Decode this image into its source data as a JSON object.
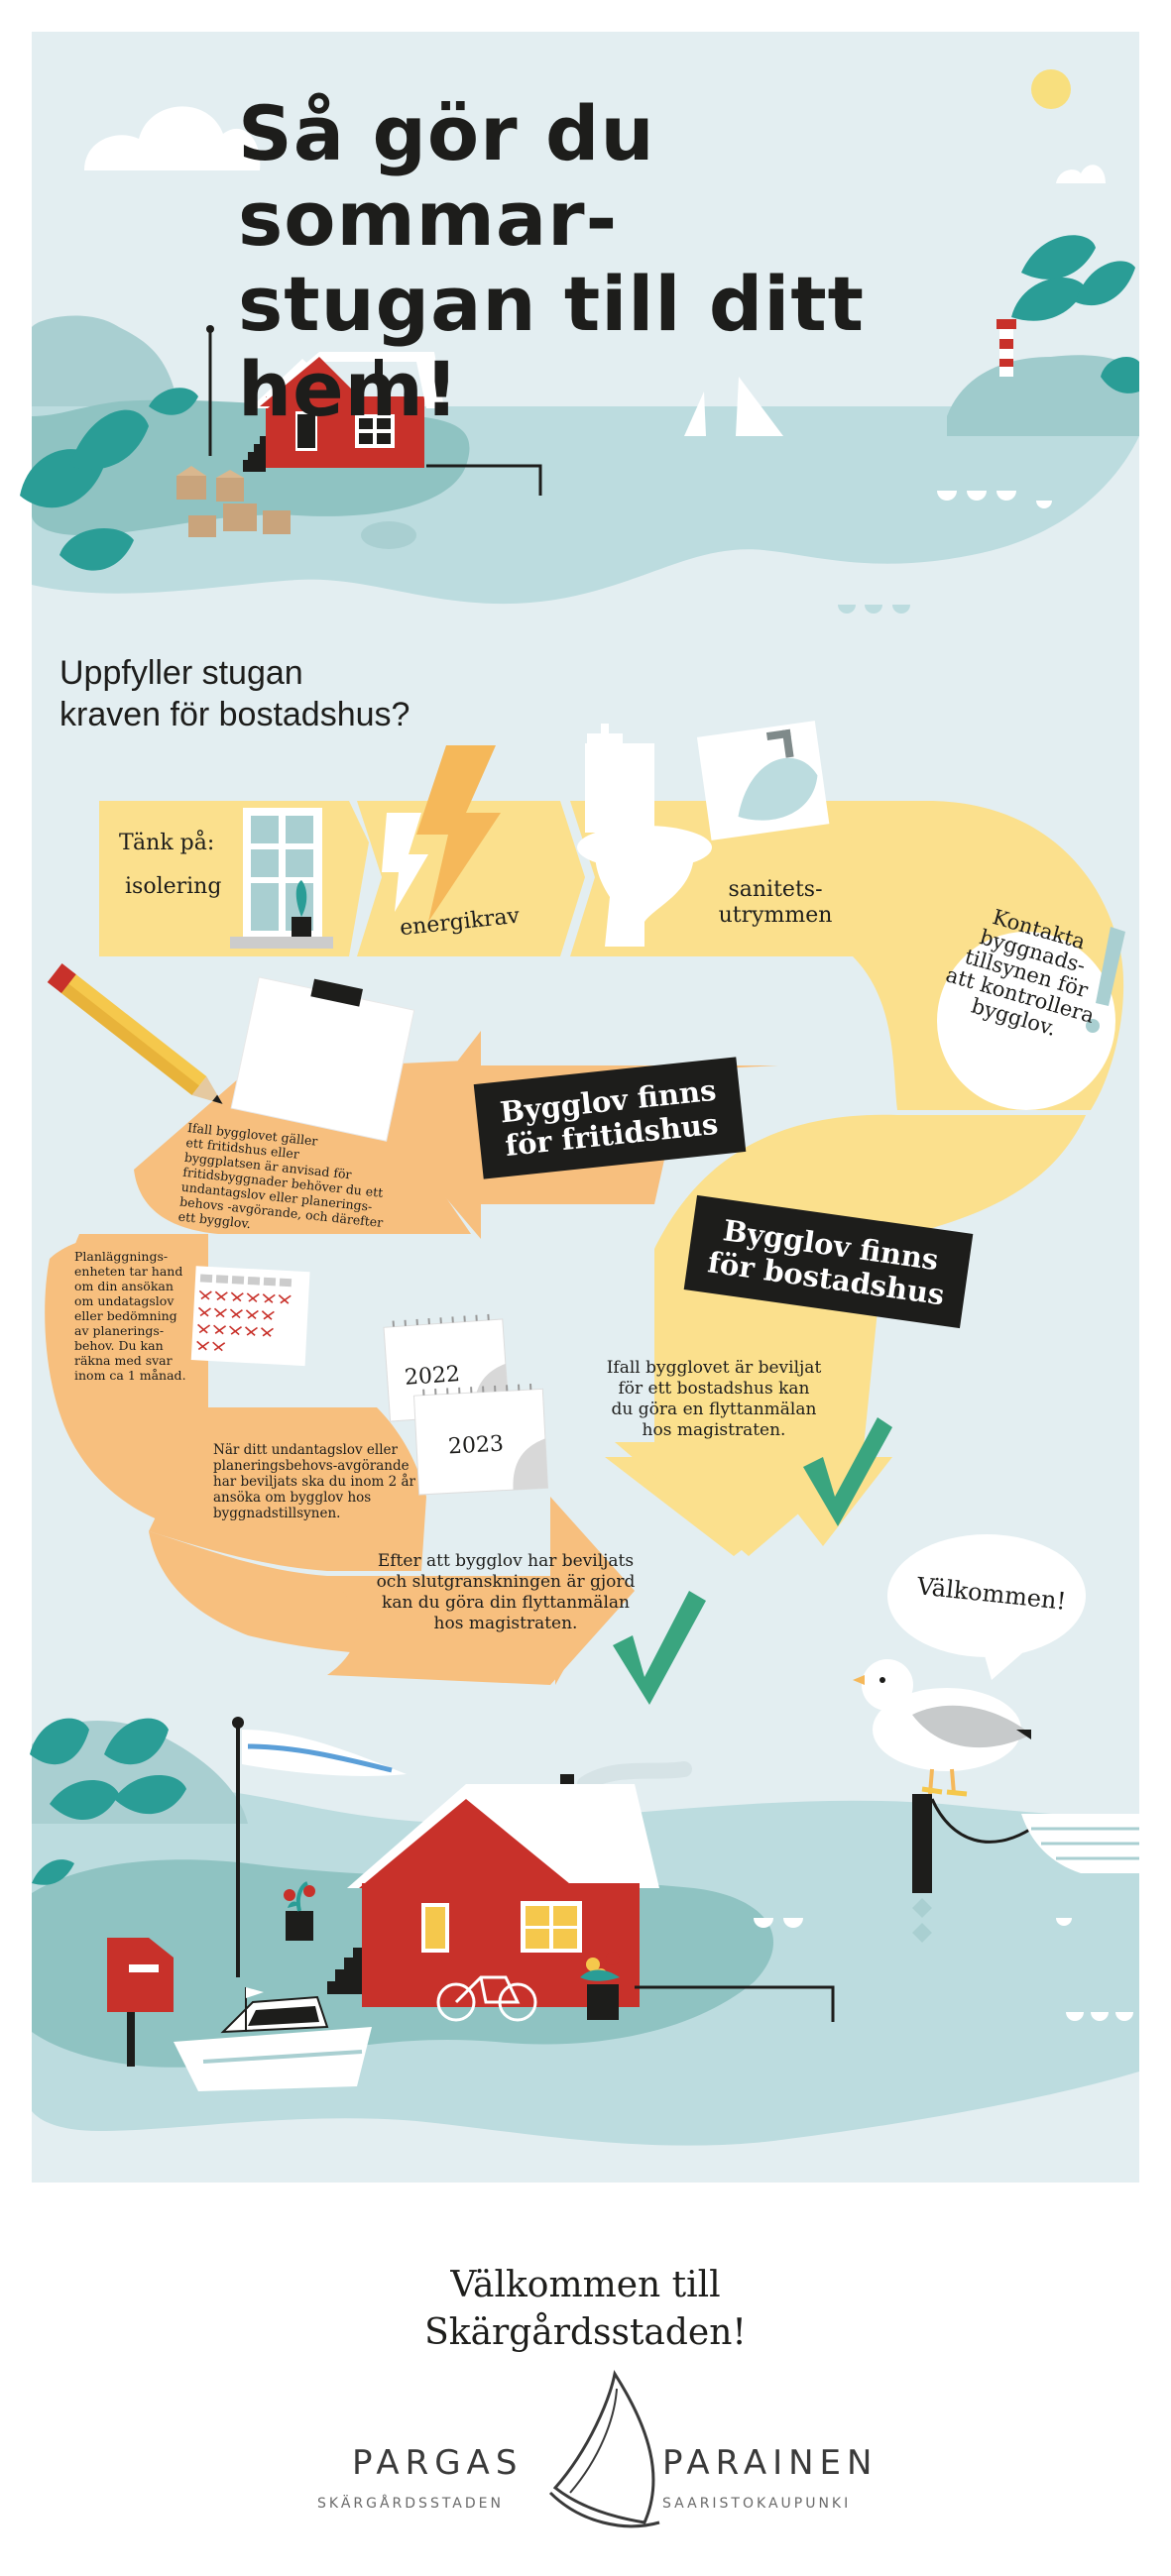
{
  "header": {
    "title_line1": "Så gör du sommar-",
    "title_line2": "stugan till ditt hem!"
  },
  "question": {
    "line1": "Uppfyller stugan",
    "line2": "kraven för bostadshus?"
  },
  "requirements": {
    "intro": "Tänk på:",
    "insulation": "isolering",
    "energy": "energikrav",
    "sanitary_line1": "sanitets-",
    "sanitary_line2": "utrymmen"
  },
  "contact_bubble": {
    "line1": "Kontakta",
    "line2": "byggnads-",
    "line3": "tillsynen för",
    "line4": "att kontrollera",
    "line5": "bygglov."
  },
  "branches": {
    "leisure_line1": "Bygglov finns",
    "leisure_line2": "för fritidshus",
    "residential_line1": "Bygglov finns",
    "residential_line2": "för bostadshus"
  },
  "leisure_steps": {
    "step1": [
      "Ifall bygglovet gäller",
      "ett fritidshus eller",
      "byggplatsen är anvisad för",
      "fritidsbyggnader behöver du ett",
      "undantagslov eller planerings-",
      "behovs -avgörande, och därefter",
      "ett bygglov."
    ],
    "step2": [
      "Planläggnings-",
      "enheten tar hand",
      "om din ansökan",
      "om undatagslov",
      "eller bedömning",
      "av planerings-",
      "behov. Du kan",
      "räkna med svar",
      "inom ca 1 månad."
    ],
    "step3": [
      "När ditt undantagslov eller",
      "planeringsbehovs-avgörande",
      "har beviljats ska du inom 2 år",
      "ansöka om bygglov hos",
      "byggnadstillsynen."
    ],
    "step4": [
      "Efter att bygglov har beviljats",
      "och slutgranskningen är gjord",
      "kan du göra din flyttanmälan",
      "hos magistraten."
    ]
  },
  "residential_step": [
    "Ifall bygglovet är beviljat",
    "för ett bostadshus kan",
    "du göra en flyttanmälan",
    "hos magistraten."
  ],
  "calendar": {
    "year1": "2022",
    "year2": "2023"
  },
  "seagull_bubble": "Välkommen!",
  "footer": {
    "welcome_line1": "Välkommen till",
    "welcome_line2": "Skärgårdsstaden!",
    "logo_left": "PARGAS",
    "logo_left_sub": "SKÄRGÅRDSSTADEN",
    "logo_right": "PARAINEN",
    "logo_right_sub": "SAARISTOKAUPUNKI"
  },
  "colors": {
    "sky": "#e3eef1",
    "water": "#b9d9dc",
    "teal": "#2a9d96",
    "house_red": "#c8312a",
    "yellow_path": "#fbe08d",
    "orange_path": "#f7bf7e",
    "badge": "#1d1d1b",
    "check": "#3aa57f"
  }
}
